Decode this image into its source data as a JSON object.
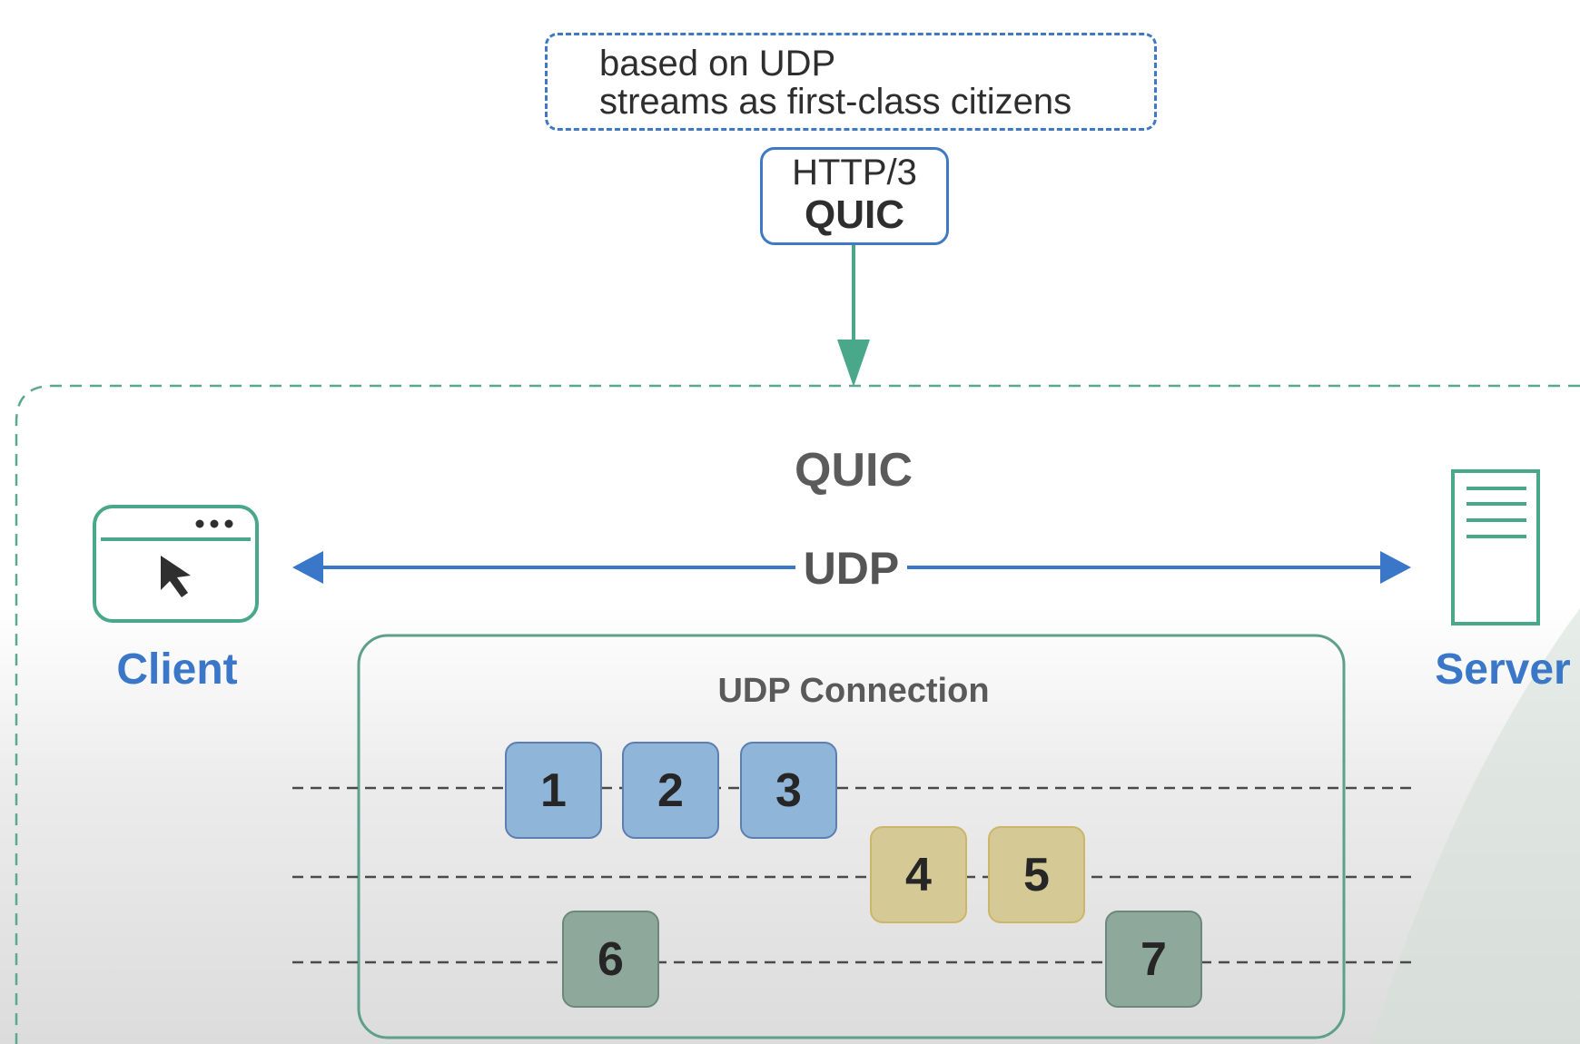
{
  "note": {
    "lines": [
      "based on UDP",
      "streams as first-class citizens"
    ]
  },
  "protocol_box": {
    "line1": "HTTP/3",
    "line2": "QUIC"
  },
  "quic_region": {
    "title": "QUIC",
    "link_label": "UDP",
    "client_label": "Client",
    "server_label": "Server",
    "connection": {
      "title": "UDP Connection",
      "packets": [
        {
          "label": "1",
          "stream": 1
        },
        {
          "label": "2",
          "stream": 1
        },
        {
          "label": "3",
          "stream": 1
        },
        {
          "label": "4",
          "stream": 2
        },
        {
          "label": "5",
          "stream": 2
        },
        {
          "label": "6",
          "stream": 3
        },
        {
          "label": "7",
          "stream": 3
        }
      ]
    }
  },
  "colors": {
    "blue_accent": "#3a77c8",
    "green_accent": "#4aa88a",
    "stream_1": "#8fb5d9",
    "stream_2": "#d5c995",
    "stream_3": "#8ea99b"
  }
}
